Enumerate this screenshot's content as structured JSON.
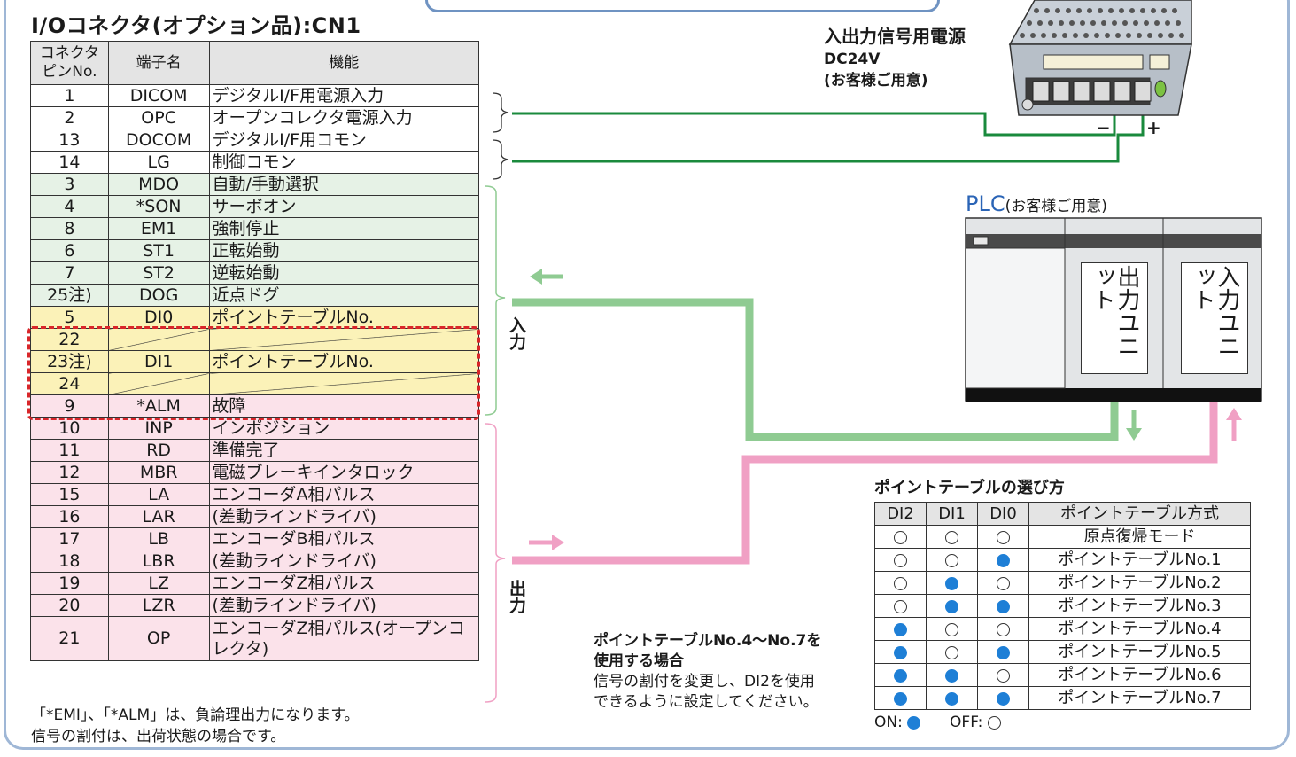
{
  "header": {
    "title": "I/Oコネクタ(オプション品):CN1"
  },
  "cn_table": {
    "headers": {
      "pin": "コネクタピンNo.",
      "name": "端子名",
      "func": "機能"
    },
    "rows": [
      {
        "pin": "1",
        "name": "DICOM",
        "func": "デジタルI/F用電源入力",
        "sec": "n"
      },
      {
        "pin": "2",
        "name": "OPC",
        "func": "オープンコレクタ電源入力",
        "sec": "n"
      },
      {
        "pin": "13",
        "name": "DOCOM",
        "func": "デジタルI/F用コモン",
        "sec": "n"
      },
      {
        "pin": "14",
        "name": "LG",
        "func": "制御コモン",
        "sec": "n"
      },
      {
        "pin": "3",
        "name": "MDO",
        "func": "自動/手動選択",
        "sec": "i"
      },
      {
        "pin": "4",
        "name": "*SON",
        "func": "サーボオン",
        "sec": "i"
      },
      {
        "pin": "8",
        "name": "EM1",
        "func": "強制停止",
        "sec": "i"
      },
      {
        "pin": "6",
        "name": "ST1",
        "func": "正転始動",
        "sec": "i"
      },
      {
        "pin": "7",
        "name": "ST2",
        "func": "逆転始動",
        "sec": "i"
      },
      {
        "pin": "25注)",
        "name": "DOG",
        "func": "近点ドグ",
        "sec": "i"
      },
      {
        "pin": "5",
        "name": "DI0",
        "func": "ポイントテーブルNo.",
        "sec": "p"
      },
      {
        "pin": "22",
        "name": "",
        "func": "",
        "sec": "p",
        "diag": true
      },
      {
        "pin": "23注)",
        "name": "DI1",
        "func": "ポイントテーブルNo.",
        "sec": "p"
      },
      {
        "pin": "24",
        "name": "",
        "func": "",
        "sec": "p",
        "diag": true
      },
      {
        "pin": "9",
        "name": "*ALM",
        "func": "故障",
        "sec": "o"
      },
      {
        "pin": "10",
        "name": "INP",
        "func": "インポジション",
        "sec": "o"
      },
      {
        "pin": "11",
        "name": "RD",
        "func": "準備完了",
        "sec": "o"
      },
      {
        "pin": "12",
        "name": "MBR",
        "func": "電磁ブレーキインタロック",
        "sec": "o"
      },
      {
        "pin": "15",
        "name": "LA",
        "func": "エンコーダA相パルス",
        "sec": "o"
      },
      {
        "pin": "16",
        "name": "LAR",
        "func": "(差動ラインドライバ)",
        "sec": "o"
      },
      {
        "pin": "17",
        "name": "LB",
        "func": "エンコーダB相パルス",
        "sec": "o"
      },
      {
        "pin": "18",
        "name": "LBR",
        "func": "(差動ラインドライバ)",
        "sec": "o"
      },
      {
        "pin": "19",
        "name": "LZ",
        "func": "エンコーダZ相パルス",
        "sec": "o"
      },
      {
        "pin": "20",
        "name": "LZR",
        "func": "(差動ラインドライバ)",
        "sec": "o"
      },
      {
        "pin": "21",
        "name": "OP",
        "func": "エンコーダZ相パルス(オープンコレクタ)",
        "sec": "o",
        "tall": true
      }
    ]
  },
  "notes": {
    "line1": "「*EMI」、「*ALM」は、負論理出力になります。",
    "line2": "信号の割付は、出荷状態の場合です。"
  },
  "labels": {
    "input": "入力",
    "output": "出力",
    "minus": "−",
    "plus": "+"
  },
  "power": {
    "title": "入出力信号用電源",
    "voltage": "DC24V",
    "note": "(お客様ご用意)"
  },
  "plc": {
    "title": "PLC",
    "note": "(お客様ご用意)",
    "out_unit": "出力ユニット",
    "in_unit": "入力ユニット"
  },
  "point_table": {
    "title": "ポイントテーブルの選び方",
    "headers": [
      "DI2",
      "DI1",
      "DI0",
      "ポイントテーブル方式"
    ],
    "rows": [
      {
        "bits": [
          0,
          0,
          0
        ],
        "label": "原点復帰モード"
      },
      {
        "bits": [
          0,
          0,
          1
        ],
        "label": "ポイントテーブルNo.1"
      },
      {
        "bits": [
          0,
          1,
          0
        ],
        "label": "ポイントテーブルNo.2"
      },
      {
        "bits": [
          0,
          1,
          1
        ],
        "label": "ポイントテーブルNo.3"
      },
      {
        "bits": [
          1,
          0,
          0
        ],
        "label": "ポイントテーブルNo.4"
      },
      {
        "bits": [
          1,
          0,
          1
        ],
        "label": "ポイントテーブルNo.5"
      },
      {
        "bits": [
          1,
          1,
          0
        ],
        "label": "ポイントテーブルNo.6"
      },
      {
        "bits": [
          1,
          1,
          1
        ],
        "label": "ポイントテーブルNo.7"
      }
    ],
    "legend": {
      "on": "ON:",
      "off": "OFF:"
    }
  },
  "warning": {
    "title1": "ポイントテーブルNo.4〜No.7を",
    "title2": "使用する場合",
    "body1": "信号の割付を変更し、DI2を使用",
    "body2": "できるように設定してください。"
  },
  "colors": {
    "green_wire": "#1a8a3c",
    "input_wire": "#8fcb92",
    "output_wire": "#f0a0c4",
    "highlight": "#d9262a",
    "accent": "#1e7fd6"
  }
}
